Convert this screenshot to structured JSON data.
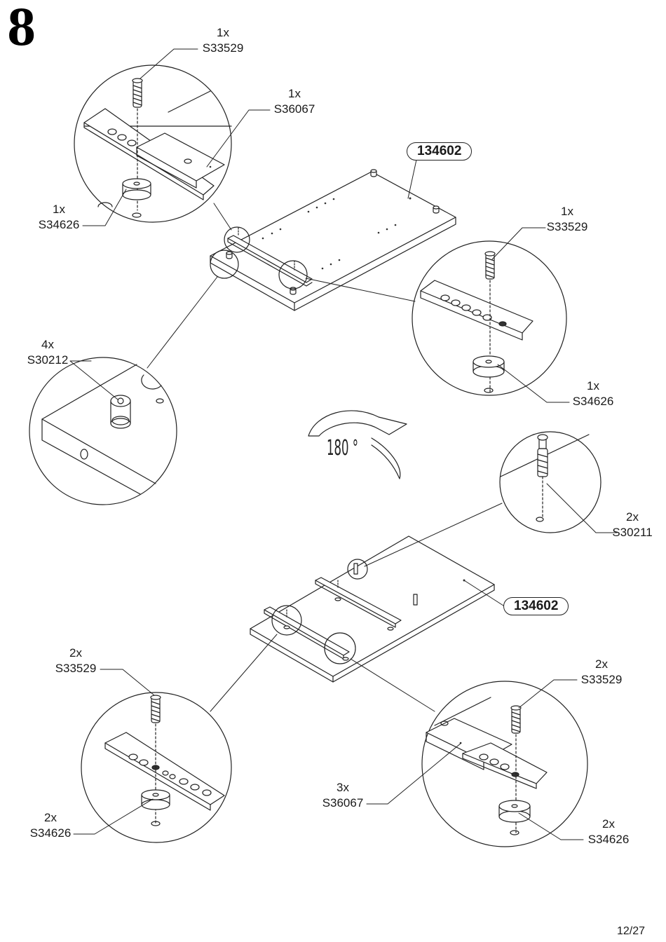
{
  "page": {
    "step_number": "8",
    "page_indicator": "12/27",
    "rotation_label": "180 °"
  },
  "panels": {
    "top_part_tag": "134602",
    "bottom_part_tag": "134602"
  },
  "callouts": [
    {
      "qty": "1x",
      "code": "S33529"
    },
    {
      "qty": "1x",
      "code": "S36067"
    },
    {
      "qty": "1x",
      "code": "S34626"
    },
    {
      "qty": "1x",
      "code": "S33529"
    },
    {
      "qty": "1x",
      "code": "S34626"
    },
    {
      "qty": "4x",
      "code": "S30212"
    },
    {
      "qty": "2x",
      "code": "S30211"
    },
    {
      "qty": "2x",
      "code": "S33529"
    },
    {
      "qty": "2x",
      "code": "S34626"
    },
    {
      "qty": "2x",
      "code": "S33529"
    },
    {
      "qty": "3x",
      "code": "S36067"
    },
    {
      "qty": "2x",
      "code": "S34626"
    }
  ]
}
